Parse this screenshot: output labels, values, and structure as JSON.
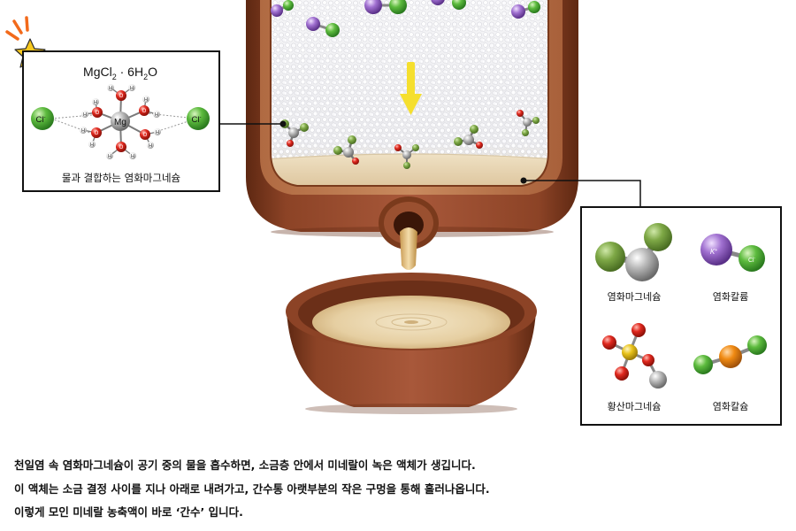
{
  "left_box": {
    "formula": {
      "main": "MgCl",
      "sub1": "2",
      "dot": " · 6H",
      "sub2": "2",
      "end": "O"
    },
    "center_atom": "Mg",
    "chloride_label": "Cl",
    "chloride_charge": "-",
    "hydrogen_label": "H",
    "oxygen_label": "O",
    "caption": "물과 결합하는 염화마그네슘"
  },
  "right_box": {
    "items": [
      {
        "name": "염화마그네슘"
      },
      {
        "name": "염화칼륨",
        "atom1": "K",
        "atom1_charge": "+",
        "atom2": "Cl",
        "atom2_charge": "-"
      },
      {
        "name": "황산마그네슘"
      },
      {
        "name": "염화칼슘"
      }
    ]
  },
  "caption_lines": [
    "천일염 속 염화마그네슘이 공기 중의 물을 흡수하면, 소금층 안에서 미네랄이 녹은 액체가 생깁니다.",
    "이 액체는 소금 결정 사이를 지나 아래로 내려가고, 간수통 아랫부분의 작은 구멍을 통해 흘러나옵니다.",
    "이렇게 모인 미네랄 농축액이 바로 ‘간수’ 입니다."
  ],
  "colors": {
    "pot": "#8c4326",
    "pot_dark": "#6b2f18",
    "liquid": "#e9d8b8",
    "salt": "#f2f2f4",
    "magnesium": "#9a9a9a",
    "chlorine": "#4caf3a",
    "oxygen": "#d8281e",
    "sulfur": "#e8c21a",
    "calcium": "#f08a12",
    "potassium": "#9a66c8",
    "arrow": "#f5df2e",
    "star": "#f7c81d"
  }
}
